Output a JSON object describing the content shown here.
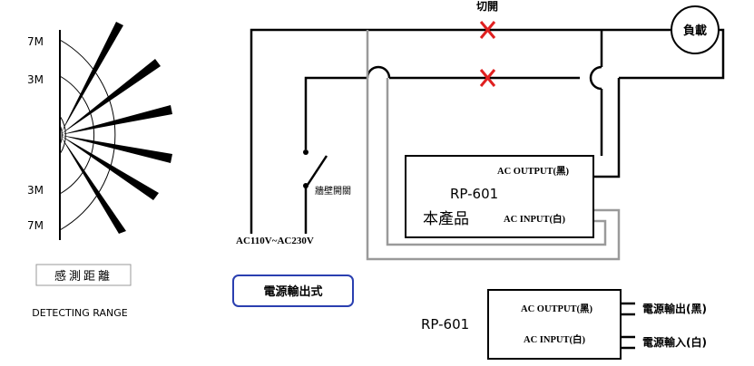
{
  "detection": {
    "label_7m_top": "7M",
    "label_3m_top": "3M",
    "label_3m_bottom": "3M",
    "label_7m_bottom": "7M",
    "title_cn": "感測距離",
    "title_en": "DETECTING RANGE"
  },
  "wiring": {
    "cut_label": "切開",
    "load_label": "負載",
    "wall_switch_label": "牆壁開關",
    "power_label": "AC110V~AC230V",
    "mode_badge": "電源輸出式",
    "product": {
      "output_label": "AC OUTPUT(黑)",
      "model": "RP-601",
      "name": "本產品",
      "input_label": "AC INPUT(白)"
    },
    "detail": {
      "model": "RP-601",
      "output_label": "AC OUTPUT(黑)",
      "input_label": "AC INPUT(白)",
      "output_desc": "電源輸出(黑)",
      "input_desc": "電源輸入(白)"
    }
  },
  "colors": {
    "wire_dark": "#000000",
    "wire_gray": "#9a9a9a",
    "cut_mark": "#e02020",
    "badge_border": "#2a3fb0",
    "badge_text": "#1a2c9e"
  }
}
